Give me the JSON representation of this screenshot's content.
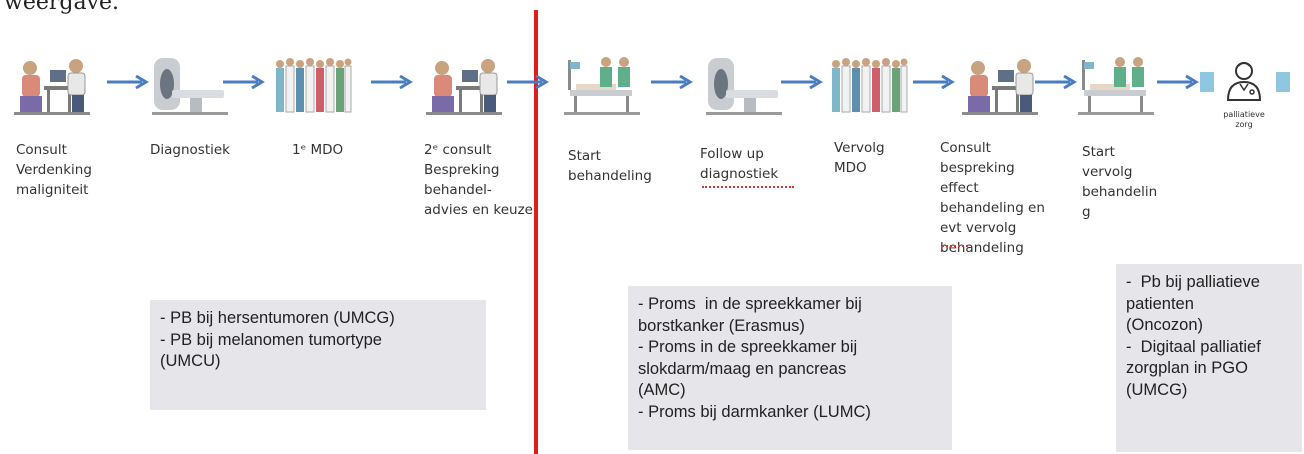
{
  "header": {
    "partial_text": "weergave."
  },
  "colors": {
    "arrow": "#4a7cc0",
    "divider": "#e21b1b",
    "box_bg": "#e5e5ea"
  },
  "steps": [
    {
      "icon": "doctor-consult-icon",
      "label": "Consult\nVerdenking\nmaligniteit"
    },
    {
      "icon": "ct-scanner-icon",
      "label": "Diagnostiek"
    },
    {
      "icon": "medical-team-icon",
      "label": "1ᵉ MDO"
    },
    {
      "icon": "doctor-consult-icon",
      "label": "2ᵉ consult\nBespreking\nbehandel-\nadvies en keuze"
    },
    {
      "icon": "hospital-bed-icon",
      "label": "Start\nbehandeling"
    },
    {
      "icon": "ct-scanner-icon",
      "label": "Follow up\ndiagnostiek"
    },
    {
      "icon": "medical-team-icon",
      "label": "Vervolg\nMDO"
    },
    {
      "icon": "doctor-consult-icon",
      "label": "Consult\nbespreking\neffect\nbehandeling en\nevt vervolg\nbehandeling"
    },
    {
      "icon": "hospital-bed-icon",
      "label": "Start\nvervolg\nbehandelin\ng"
    }
  ],
  "palliative": {
    "icon": "palliative-person-icon",
    "label_line1": "palliatieve",
    "label_line2": "zorg"
  },
  "notes": {
    "left": [
      "- PB bij hersentumoren (UMCG)",
      "- PB bij melanomen tumortype",
      "(UMCU)"
    ],
    "middle": [
      "- Proms  in de spreekkamer bij",
      "borstkanker (Erasmus)",
      "- Proms in de spreekkamer bij",
      "slokdarm/maag en pancreas",
      "(AMC)",
      "- Proms bij darmkanker (LUMC)"
    ],
    "right": [
      "-  Pb bij palliatieve",
      "patienten",
      "(Oncozon)",
      "-  Digitaal palliatief",
      "zorgplan in PGO",
      "(UMCG)"
    ]
  }
}
